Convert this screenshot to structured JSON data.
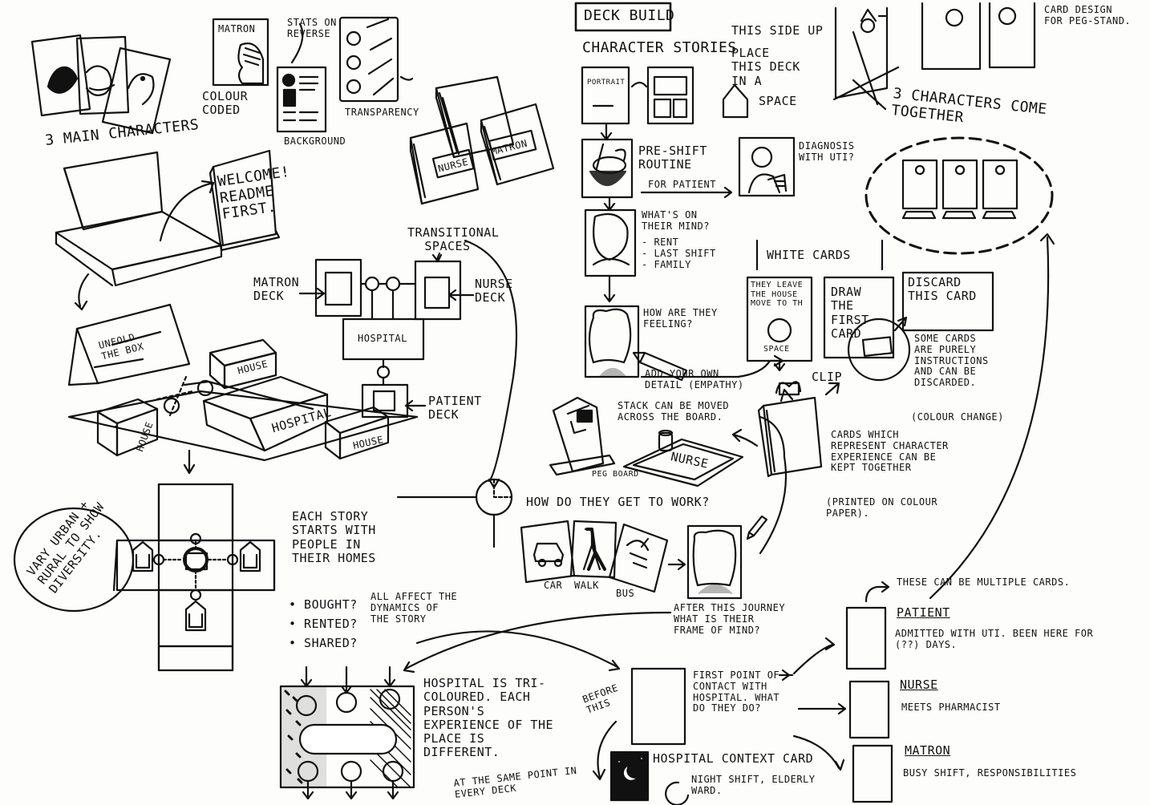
{
  "sketch": {
    "main_characters": "3 main characters",
    "matron_card": "Matron",
    "stats_on_reverse": "Stats on reverse",
    "colour_coded": "Colour coded",
    "background": "Background",
    "transparency": "Transparency",
    "nurse_deck_label": "Nurse",
    "matron_deck_label": "Matron",
    "welcome": "Welcome! Readme first.",
    "unfold_box": "Unfold the box",
    "house": "House",
    "hospital": "Hospital",
    "transitional_spaces": "Transitional spaces",
    "matron_deck": "Matron deck",
    "nurse_deck": "Nurse deck",
    "hospital_box": "Hospital",
    "patient_deck": "Patient deck",
    "vary_urban": "Vary urban + rural to show diversity.",
    "each_story": "Each story starts with people in their homes",
    "bought": "• Bought?",
    "rented": "• Rented?",
    "shared": "• Shared?",
    "all_affect": "All affect the dynamics of the story",
    "hospital_tricoloured": "Hospital is tri-coloured. Each person's experience of the place is different.",
    "same_point": "At the same point in every deck",
    "deck_build": "Deck build",
    "character_stories": "Character stories",
    "portrait": "Portrait",
    "pre_shift": "Pre-shift routine",
    "for_patient": "For patient",
    "diagnosis": "Diagnosis with UTI?",
    "whats_on_mind": "What's on their mind?",
    "rent": "- Rent",
    "last_shift": "- Last shift",
    "family": "- Family",
    "how_feeling": "How are they feeling?",
    "add_detail": "Add your own detail (empathy)",
    "stack_moved": "Stack can be moved across the board.",
    "peg_board": "Peg board",
    "nurse_mat": "Nurse",
    "how_work": "How do they get to work?",
    "car": "Car",
    "walk": "Walk",
    "bus": "Bus",
    "after_journey": "After this journey what is their frame of mind?",
    "before_this": "Before this",
    "first_point": "First point of contact with hospital. What do they do?",
    "hospital_context": "Hospital context card",
    "night_shift": "Night shift, elderly ward.",
    "this_side_up": "This side up",
    "place_deck": "Place this deck in a",
    "space": "space",
    "card_design": "Card design for peg-stand.",
    "three_together": "3 characters come together",
    "white_cards": "White cards",
    "they_leave": "They leave the house move to th",
    "space_card": "Space",
    "draw_first": "Draw the first card",
    "discard": "Discard this card",
    "some_cards": "Some cards are purely instructions and can be discarded.",
    "colour_change": "(Colour change)",
    "clip": "Clip",
    "cards_which": "Cards which represent character experience can be kept together",
    "printed": "(Printed on colour paper).",
    "multiple_cards": "These can be multiple cards.",
    "patient": "Patient",
    "patient_text": "Admitted with UTI. Been here for (??) days.",
    "nurse": "Nurse",
    "nurse_text": "Meets pharmacist",
    "matron": "Matron",
    "matron_text": "Busy shift, responsibilities"
  }
}
